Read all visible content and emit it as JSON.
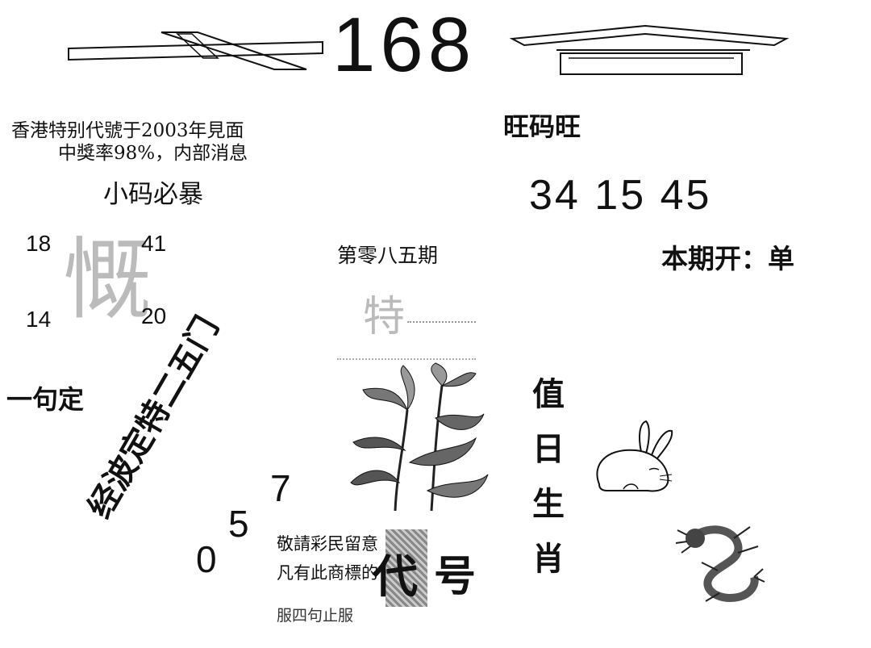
{
  "header": {
    "number": "168"
  },
  "intro": {
    "line1": "香港特别代號于2003年見面",
    "line2": "中獎率98%，内部消息",
    "slogan": "小码必暴"
  },
  "grid": {
    "top_left": "18",
    "top_right": "41",
    "bottom_left": "14",
    "bottom_right": "20",
    "watermark_char": "慨"
  },
  "one_phrase": "一句定",
  "diagonal_text": "经波定特二五门",
  "code_digits": [
    "0",
    "5",
    "7"
  ],
  "lucky": {
    "title": "旺码旺",
    "numbers": "34 15 45",
    "issue_open": "本期开：单"
  },
  "issue_label": "第零八五期",
  "faint_char": "特",
  "zodiac_vertical": [
    "值",
    "日",
    "生",
    "肖"
  ],
  "notice": {
    "line1": "敬請彩民留意",
    "line2": "凡有此商標的",
    "line3": "服四句止服"
  },
  "code_label": {
    "a": "代",
    "b": "号"
  }
}
